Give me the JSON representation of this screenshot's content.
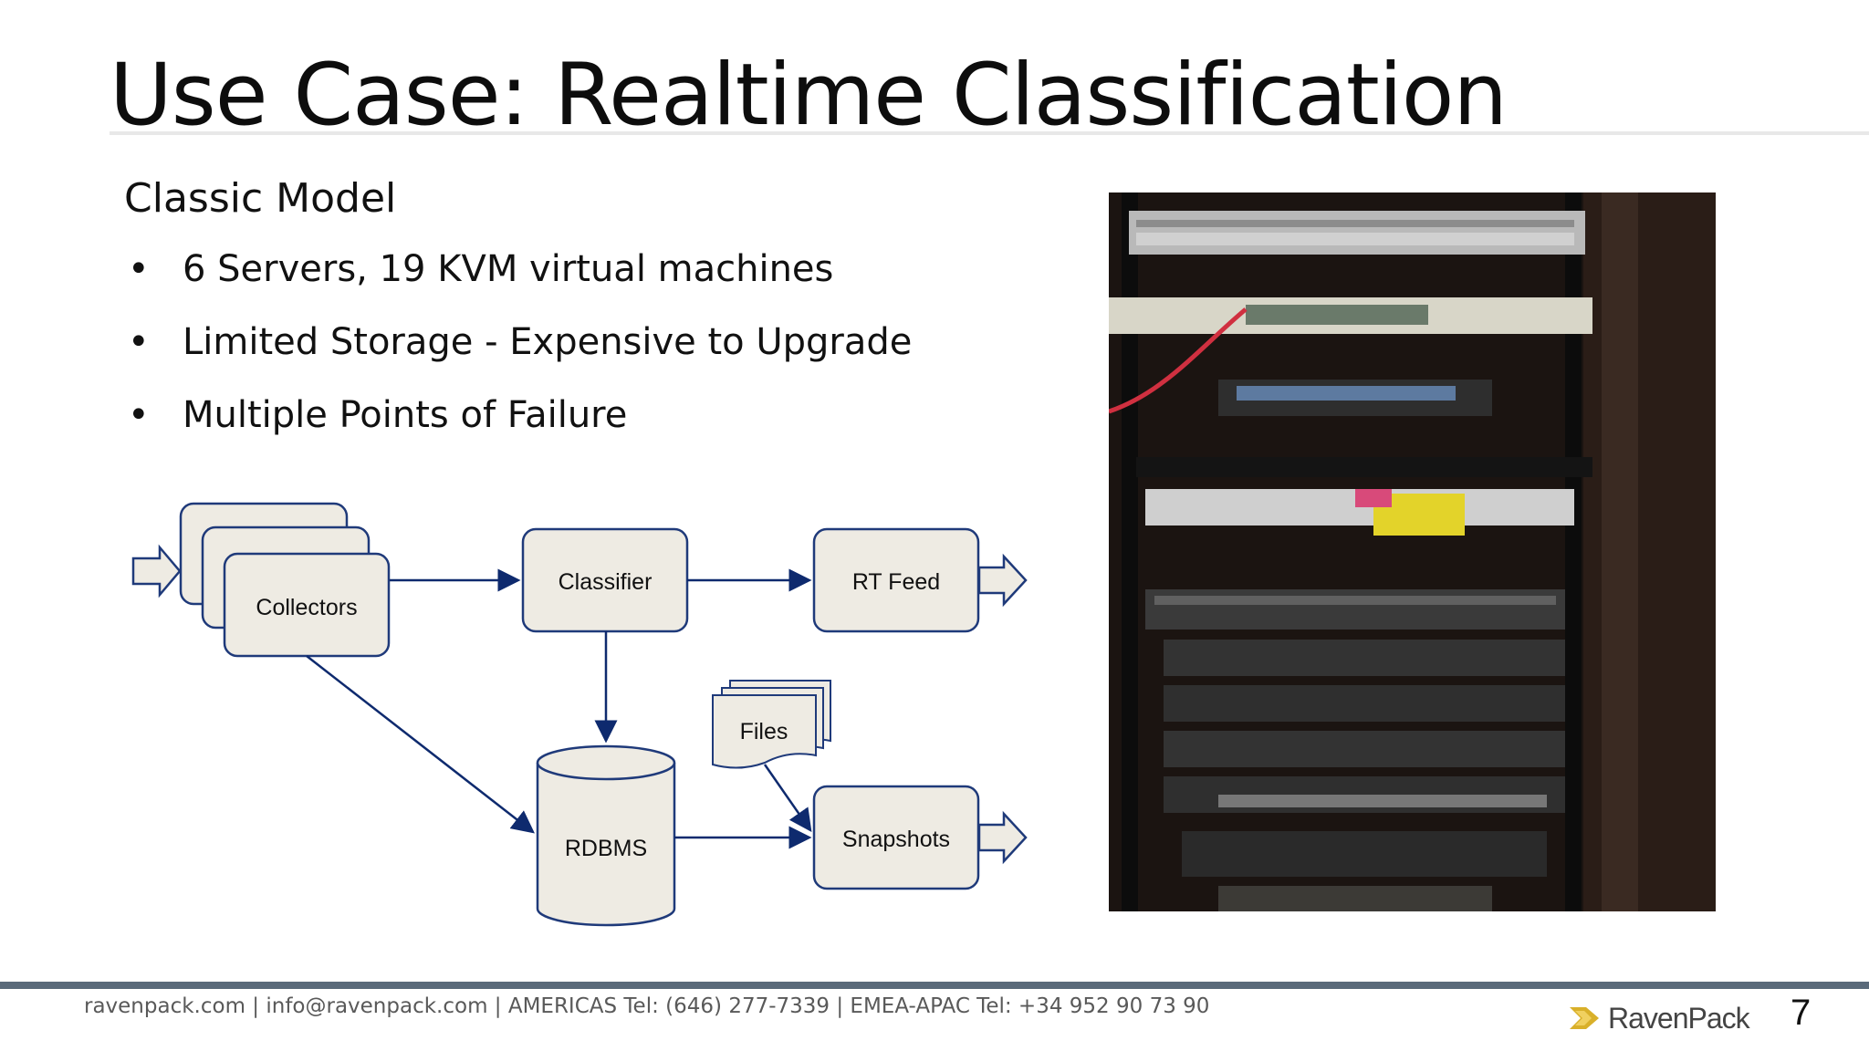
{
  "slide": {
    "title": "Use Case: Realtime Classification",
    "subtitle": "Classic Model",
    "bullets": [
      "6 Servers, 19 KVM virtual machines",
      "Limited Storage - Expensive to Upgrade",
      "Multiple Points of Failure"
    ],
    "bullet_glyph": "•"
  },
  "diagram": {
    "nodes": {
      "collectors": "Collectors",
      "classifier": "Classifier",
      "rt_feed": "RT Feed",
      "files": "Files",
      "rdbms": "RDBMS",
      "snapshots": "Snapshots"
    },
    "colors": {
      "box_fill": "#eeebe3",
      "box_stroke": "#1f3a7a",
      "arrow": "#0e2a6e"
    }
  },
  "footer": {
    "contact": "ravenpack.com | info@ravenpack.com | AMERICAS  Tel: (646) 277-7339  | EMEA-APAC  Tel: +34 952 90 73 90",
    "logo_text": "RavenPack",
    "page_number": "7"
  }
}
